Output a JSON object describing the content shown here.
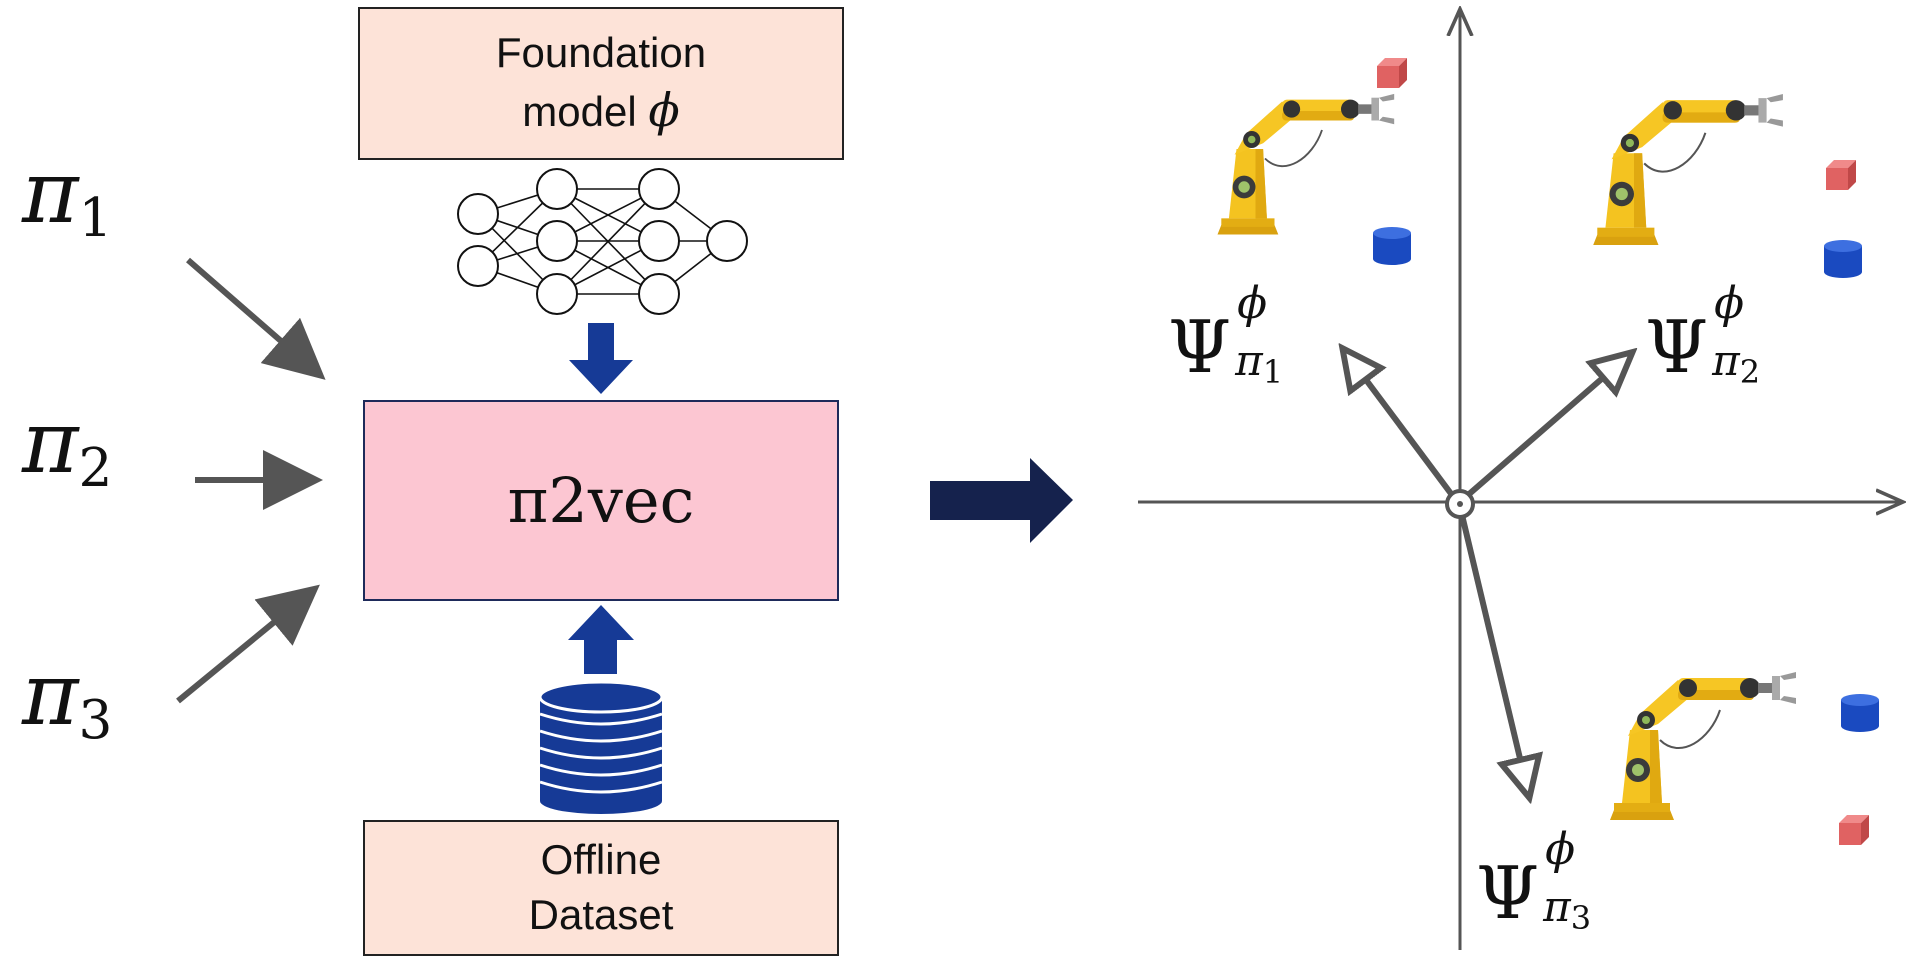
{
  "inputs": [
    {
      "symbol": "π",
      "index": "1"
    },
    {
      "symbol": "π",
      "index": "2"
    },
    {
      "symbol": "π",
      "index": "3"
    }
  ],
  "foundation_box": {
    "line1": "Foundation",
    "line2": "model",
    "symbol": "ϕ"
  },
  "center_box": {
    "label": "π2vec"
  },
  "dataset_box": {
    "line1": "Offline",
    "line2": "Dataset"
  },
  "embeddings": [
    {
      "base": "Ψ",
      "sup": "ϕ",
      "sub_symbol": "π",
      "sub_index": "1"
    },
    {
      "base": "Ψ",
      "sup": "ϕ",
      "sub_symbol": "π",
      "sub_index": "2"
    },
    {
      "base": "Ψ",
      "sup": "ϕ",
      "sub_symbol": "π",
      "sub_index": "3"
    }
  ],
  "colors": {
    "peach_box": "#fde3d8",
    "pink_box": "#fcc6d2",
    "blue_arrow": "#163a96",
    "navy_arrow": "#15224d",
    "gray_arrow": "#555555",
    "robot_yellow": "#f2c21c",
    "cube_red": "#e06060",
    "cylinder_blue": "#1e4fc4"
  },
  "icons": [
    "neural-network-icon",
    "database-icon",
    "robot-arm-icon",
    "red-cube-icon",
    "blue-cylinder-icon"
  ]
}
